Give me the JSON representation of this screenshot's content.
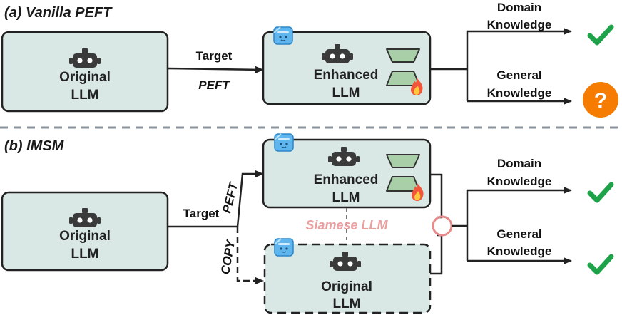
{
  "panel_a": {
    "title": "(a) Vanilla PEFT",
    "original_box": {
      "line1": "Original",
      "line2": "LLM"
    },
    "edge_label": {
      "line1": "Target",
      "line2": "PEFT"
    },
    "enhanced_box": {
      "line1": "Enhanced",
      "line2": "LLM"
    },
    "outputs": [
      {
        "line1": "Domain",
        "line2": "Knowledge",
        "status_icon": "check-icon"
      },
      {
        "line1": "General",
        "line2": "Knowledge",
        "status_icon": "question-icon"
      }
    ]
  },
  "panel_b": {
    "title": "(b) IMSM",
    "original_box": {
      "line1": "Original",
      "line2": "LLM"
    },
    "target_label": "Target",
    "peft_label": "PEFT",
    "copy_label": "COPY",
    "enhanced_box": {
      "line1": "Enhanced",
      "line2": "LLM"
    },
    "siamese_label": "Siamese LLM",
    "frozen_box": {
      "line1": "Original",
      "line2": "LLM"
    },
    "outputs": [
      {
        "line1": "Domain",
        "line2": "Knowledge",
        "status_icon": "check-icon"
      },
      {
        "line1": "General",
        "line2": "Knowledge",
        "status_icon": "check-icon"
      }
    ]
  },
  "colors": {
    "box_fill": "#d9e8e5",
    "adapter_fill": "#a9cfa9",
    "check": "#1fa34a",
    "question": "#f57c00",
    "siamese_text": "#e8a0a0",
    "fusion_circle": "#e88a8a",
    "frozen_icon": "#5fb6ee",
    "divider": "#8a939b"
  }
}
